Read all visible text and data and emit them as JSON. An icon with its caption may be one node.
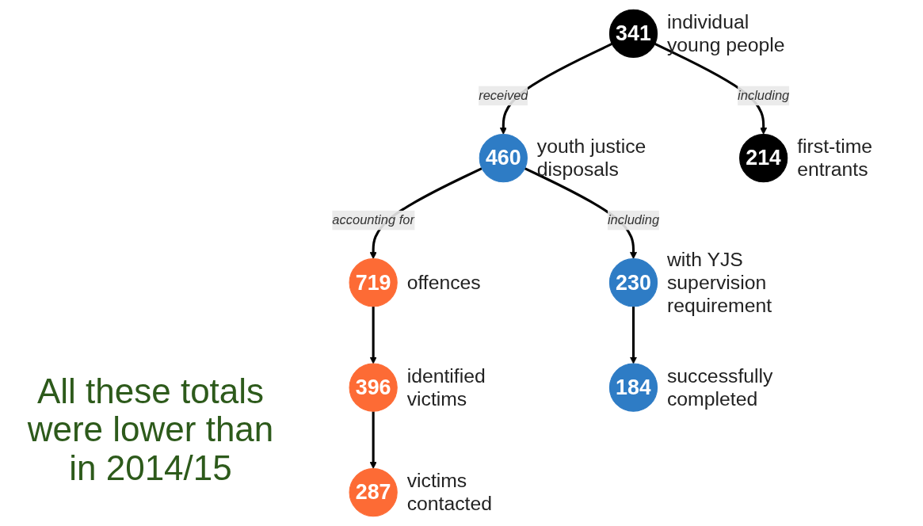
{
  "diagram": {
    "nodes": [
      {
        "text": [
          "341"
        ],
        "beside": [
          "individual young people"
        ]
      },
      {
        "text": [
          "460"
        ],
        "beside": [
          "youth justice disposals"
        ]
      },
      {
        "text": [
          "719"
        ],
        "beside": [
          "offences"
        ]
      },
      {
        "text": [
          "214"
        ],
        "beside": [
          "first-time entrants"
        ]
      },
      {
        "text": [
          "230"
        ],
        "beside": [
          "with YJS supervision requirement"
        ]
      },
      {
        "text": [
          "396"
        ],
        "beside": [
          "identified victims"
        ]
      },
      {
        "text": [
          "184"
        ],
        "beside": [
          "successfully completed"
        ]
      },
      {
        "text": [
          "287"
        ],
        "beside": [
          "victims contacted"
        ]
      }
    ],
    "edges": [
      {
        "from": 0,
        "to": 1,
        "arrow": "to",
        "label": "received"
      },
      {
        "from": 1,
        "to": 2,
        "arrow": "to",
        "label": "accounting for"
      },
      {
        "from": 0,
        "to": 3,
        "arrow": "to",
        "label": "including"
      },
      {
        "from": 1,
        "to": 4,
        "arrow": "to",
        "label": "including"
      },
      {
        "from": 2,
        "to": 5,
        "arrow": "to"
      },
      {
        "from": 4,
        "to": 6,
        "arrow": "to"
      },
      {
        "from": 5,
        "to": 7,
        "arrow": "to"
      }
    ],
    "labels": [
      "All these totals were lower than in 2014/15"
    ]
  }
}
